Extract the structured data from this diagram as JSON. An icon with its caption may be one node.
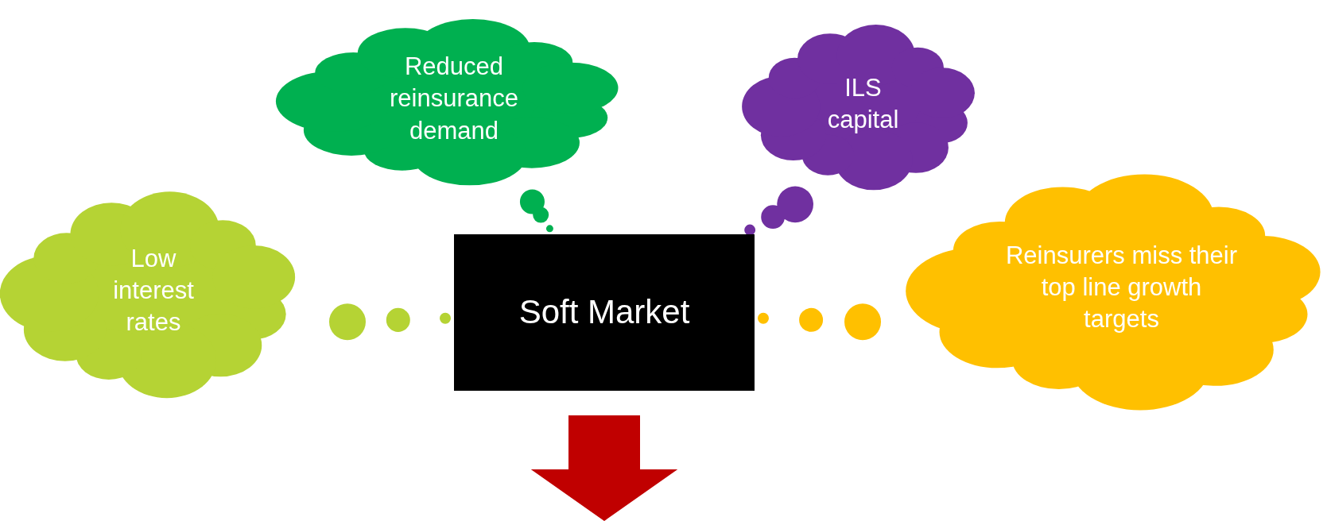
{
  "diagram": {
    "nodes": [
      {
        "text": [
          "Reduced reinsurance demand"
        ]
      },
      {
        "text": [
          "ILS capital"
        ]
      },
      {
        "text": [
          "Low interest rates"
        ]
      },
      {
        "text": [
          "Soft Market"
        ]
      },
      {
        "text": [
          "Reinsurers miss their top line growth targets"
        ]
      }
    ],
    "edges": [
      {
        "from": 2,
        "to": 3,
        "arrow": "none",
        "color": "#b5d334"
      },
      {
        "from": 0,
        "to": 3,
        "arrow": "none",
        "color": "#00b050"
      },
      {
        "from": 1,
        "to": 3,
        "arrow": "none",
        "color": "#7030a0"
      },
      {
        "from": 4,
        "to": 3,
        "arrow": "none",
        "color": "#ffc000"
      },
      {
        "from": 3,
        "to": null,
        "arrow": "to",
        "style": "thick",
        "color": "#c00000"
      }
    ]
  }
}
